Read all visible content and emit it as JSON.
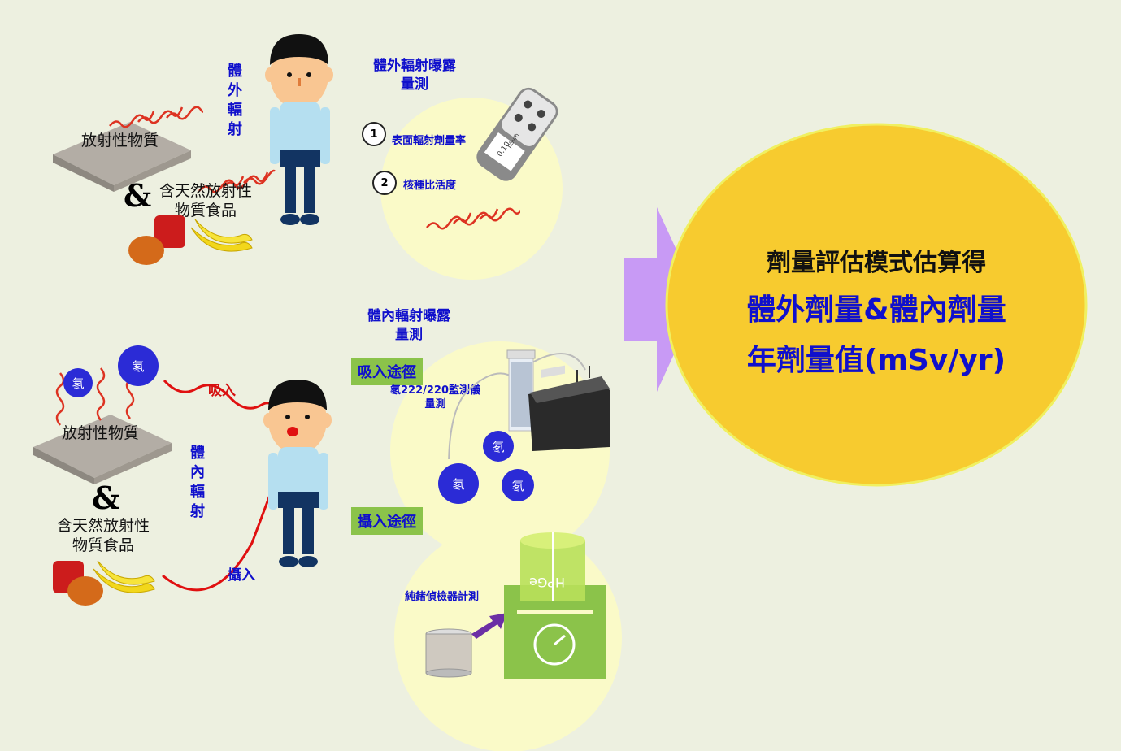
{
  "top_section": {
    "material_label": "放射性物質",
    "ampersand": "&",
    "food_label_line1": "含天然放射性",
    "food_label_line2": "物質食品",
    "external_radiation_vertical": "體外輻射"
  },
  "external_measure": {
    "title_line1": "體外輻射曝露",
    "title_line2": "量測",
    "item1_num": "1",
    "item1_label": "表面輻射劑量率",
    "item2_num": "2",
    "item2_label": "核種比活度",
    "meter_display": "0.10",
    "meter_unit": "μSv/h"
  },
  "bottom_section": {
    "material_label": "放射性物質",
    "ampersand": "&",
    "food_label_line1": "含天然放射性",
    "food_label_line2": "物質食品",
    "inhale_label": "吸入",
    "ingest_label": "攝入",
    "internal_radiation_vertical": "體內輻射",
    "radon_symbol": "氡"
  },
  "internal_measure": {
    "title_line1": "體內輻射曝露",
    "title_line2": "量測",
    "inhalation_tag": "吸入途徑",
    "radon_monitor_line1": "氡222/220監測儀",
    "radon_monitor_line2": "量測",
    "ingestion_tag": "攝入途徑",
    "hpge_label": "純鍺偵檢器計測",
    "hpge_text": "HPGe"
  },
  "result": {
    "line1": "劑量評估模式估算得",
    "line2": "體外劑量&體內劑量",
    "line3": "年劑量值(mSv/yr)"
  },
  "colors": {
    "background": "#edf0e0",
    "ellipse_fill": "#f7cb2f",
    "bubble_fill": "#fafac8",
    "arrow_fill": "#c89af5",
    "tag_fill": "#8bc34a",
    "text_blue": "#1010cc"
  }
}
